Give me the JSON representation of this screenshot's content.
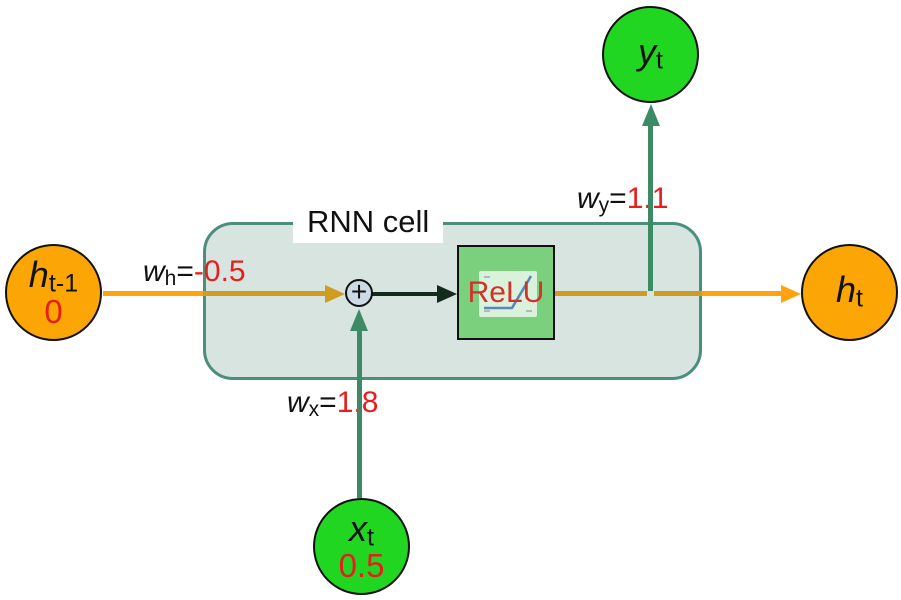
{
  "diagram": {
    "title": "RNN cell",
    "sum_symbol": "+",
    "activation": {
      "label": "ReLU",
      "icon": "relu-curve-icon"
    }
  },
  "nodes": {
    "h_prev": {
      "var": "h",
      "sub": "t-1",
      "value": "0"
    },
    "x_t": {
      "var": "x",
      "sub": "t",
      "value": "0.5"
    },
    "y_t": {
      "var": "y",
      "sub": "t"
    },
    "h_t": {
      "var": "h",
      "sub": "t"
    }
  },
  "weights": {
    "wh": {
      "var": "w",
      "sub": "h",
      "eq": "=",
      "value": "-0.5"
    },
    "wx": {
      "var": "w",
      "sub": "x",
      "eq": "=",
      "value": "1.8"
    },
    "wy": {
      "var": "w",
      "sub": "y",
      "eq": "=",
      "value": "1.1"
    }
  },
  "colors": {
    "node-orange": "#fba604",
    "node-green": "#21d621",
    "cell-bg": "#d8e4df",
    "cell-border": "#4c8e7e",
    "orange-line": "#ffa30f",
    "orange-line-dark": "#cf9b21",
    "green-arrow": "#3d8b66",
    "black-arrow": "#132a1d",
    "relu-bg": "#7bd07e",
    "relu-red": "#d33128",
    "value-red": "#e51f1b",
    "plus-bg": "#ccd9e6",
    "relu-curve": "#5b87b8"
  }
}
